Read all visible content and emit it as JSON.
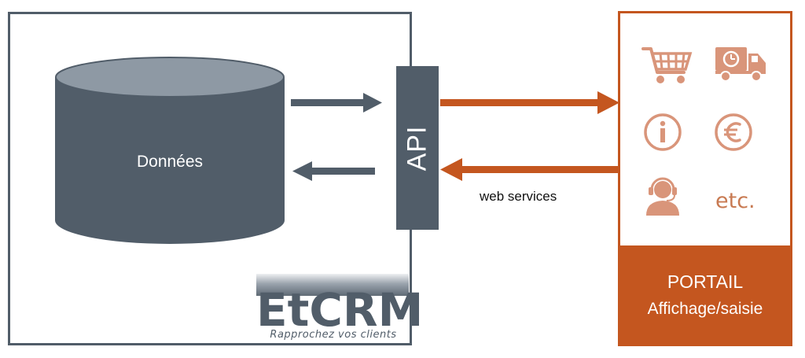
{
  "left_system": {
    "database_label": "Données",
    "api_label": "API",
    "logo_name": "EtCRM",
    "logo_tagline": "Rapprochez vos clients"
  },
  "connection": {
    "label": "web services"
  },
  "portal": {
    "title": "PORTAIL",
    "subtitle": "Affichage/saisie",
    "icons": [
      "shopping-cart-icon",
      "delivery-truck-icon",
      "info-icon",
      "euro-icon",
      "support-agent-icon"
    ],
    "etc_label": "etc."
  },
  "colors": {
    "slate": "#515d69",
    "orange": "#c4561f",
    "icon_orange": "#d9957a"
  }
}
